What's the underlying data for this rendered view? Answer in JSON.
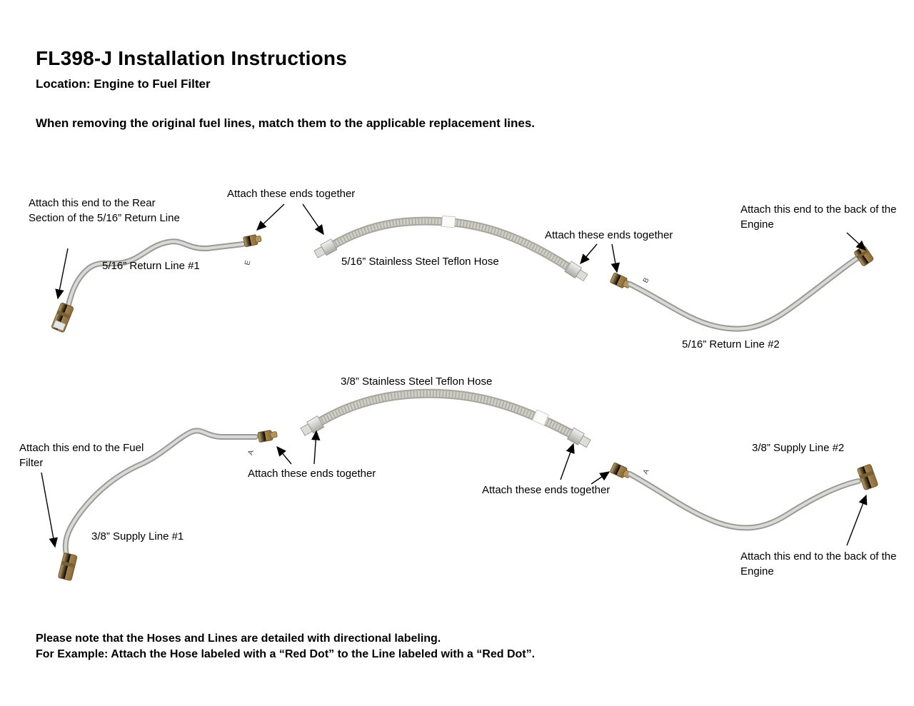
{
  "page": {
    "title": "FL398-J Installation Instructions",
    "location": "Location: Engine to Fuel Filter",
    "intro": "When removing the original fuel lines, match them to the applicable replacement lines.",
    "note_line1": "Please note that the Hoses and Lines are detailed with directional labeling.",
    "note_line2": "For Example: Attach the Hose labeled with a “Red Dot” to the Line labeled with a “Red Dot”."
  },
  "top_diagram": {
    "attach_rear": "Attach this end to the Rear Section of the 5/16” Return Line",
    "attach_together_left": "Attach these ends together",
    "line1_label": "5/16” Return Line #1",
    "hose_label": "5/16” Stainless Steel Teflon Hose",
    "attach_together_right": "Attach these ends together",
    "attach_engine": "Attach this end to the back of the Engine",
    "line2_label": "5/16” Return Line #2",
    "marker_left": "E",
    "marker_right": "B"
  },
  "bottom_diagram": {
    "hose_label": "3/8” Stainless Steel Teflon Hose",
    "attach_fuel_filter": "Attach this end to the Fuel Filter",
    "attach_together_left": "Attach these ends together",
    "attach_together_right": "Attach these ends together",
    "line1_label": "3/8” Supply Line #1",
    "line2_label": "3/8” Supply Line #2",
    "attach_engine": "Attach this end to the back of the Engine",
    "marker_left": "A",
    "marker_right": "A"
  },
  "colors": {
    "tube_outer": "#9a9a98",
    "tube_inner": "#d9d9d6",
    "hose_outer": "#a6a69e",
    "hose_inner": "#cfcfc7",
    "brass_light": "#c9a86a",
    "brass_dark": "#8a6b3c",
    "collar": "#e6e6e4",
    "arrow": "#000000"
  }
}
